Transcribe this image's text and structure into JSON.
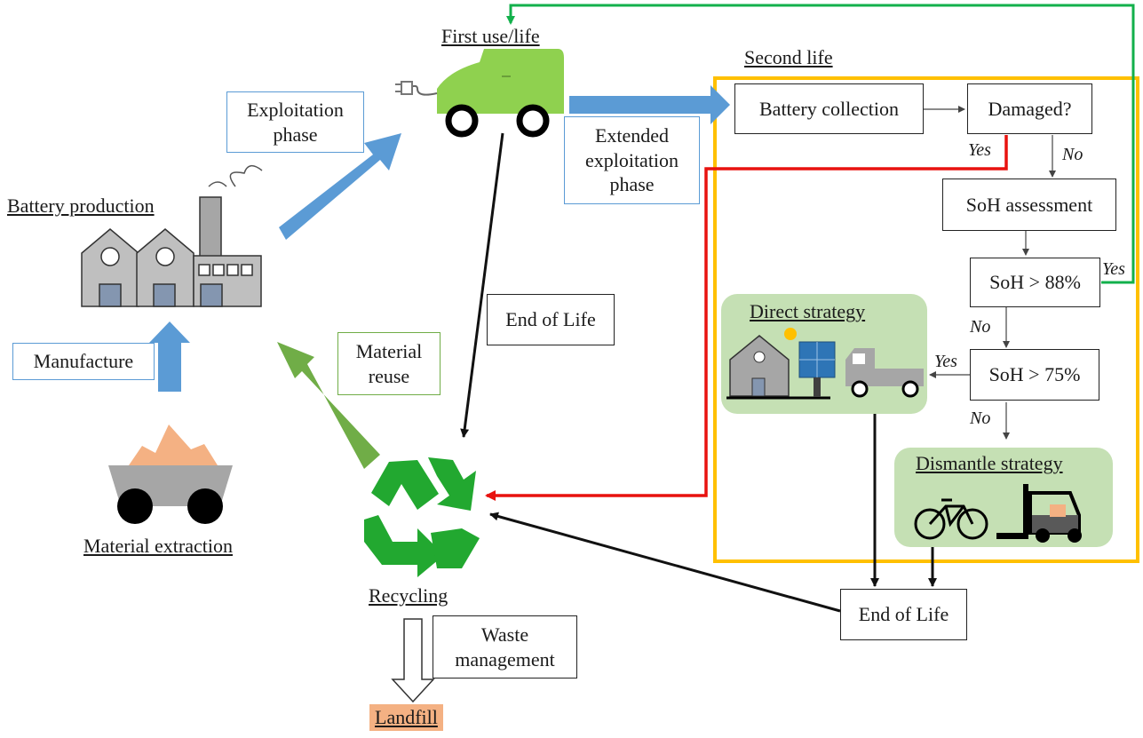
{
  "labels": {
    "first_use": "First use/life",
    "second_life": "Second life",
    "battery_production": "Battery production",
    "material_extraction": "Material extraction",
    "recycling": "Recycling",
    "landfill": "Landfill",
    "direct_strategy": "Direct strategy",
    "dismantle_strategy": "Dismantle strategy"
  },
  "boxes": {
    "exploitation_phase": "Exploitation phase",
    "extended_exploitation_phase": "Extended exploitation phase",
    "manufacture": "Manufacture",
    "material_reuse": "Material reuse",
    "end_of_life_center": "End of Life",
    "waste_management": "Waste management",
    "battery_collection": "Battery collection",
    "damaged": "Damaged?",
    "soh_assessment": "SoH assessment",
    "soh_88": "SoH > 88%",
    "soh_75": "SoH > 75%",
    "end_of_life_right": "End of Life"
  },
  "decisions": {
    "damaged_yes": "Yes",
    "damaged_no": "No",
    "soh88_yes": "Yes",
    "soh88_no": "No",
    "soh75_yes": "Yes",
    "soh75_no": "No"
  },
  "colors": {
    "blue_arrow": "#5b9bd5",
    "green_arrow": "#70ad47",
    "recycle_green": "#22a830",
    "second_life_border": "#ffc000",
    "red_line": "#e8120f",
    "green_line": "#12b04b",
    "panel": "#c5e0b4",
    "car": "#8fd14f",
    "landfill_bg": "#f4b183"
  }
}
